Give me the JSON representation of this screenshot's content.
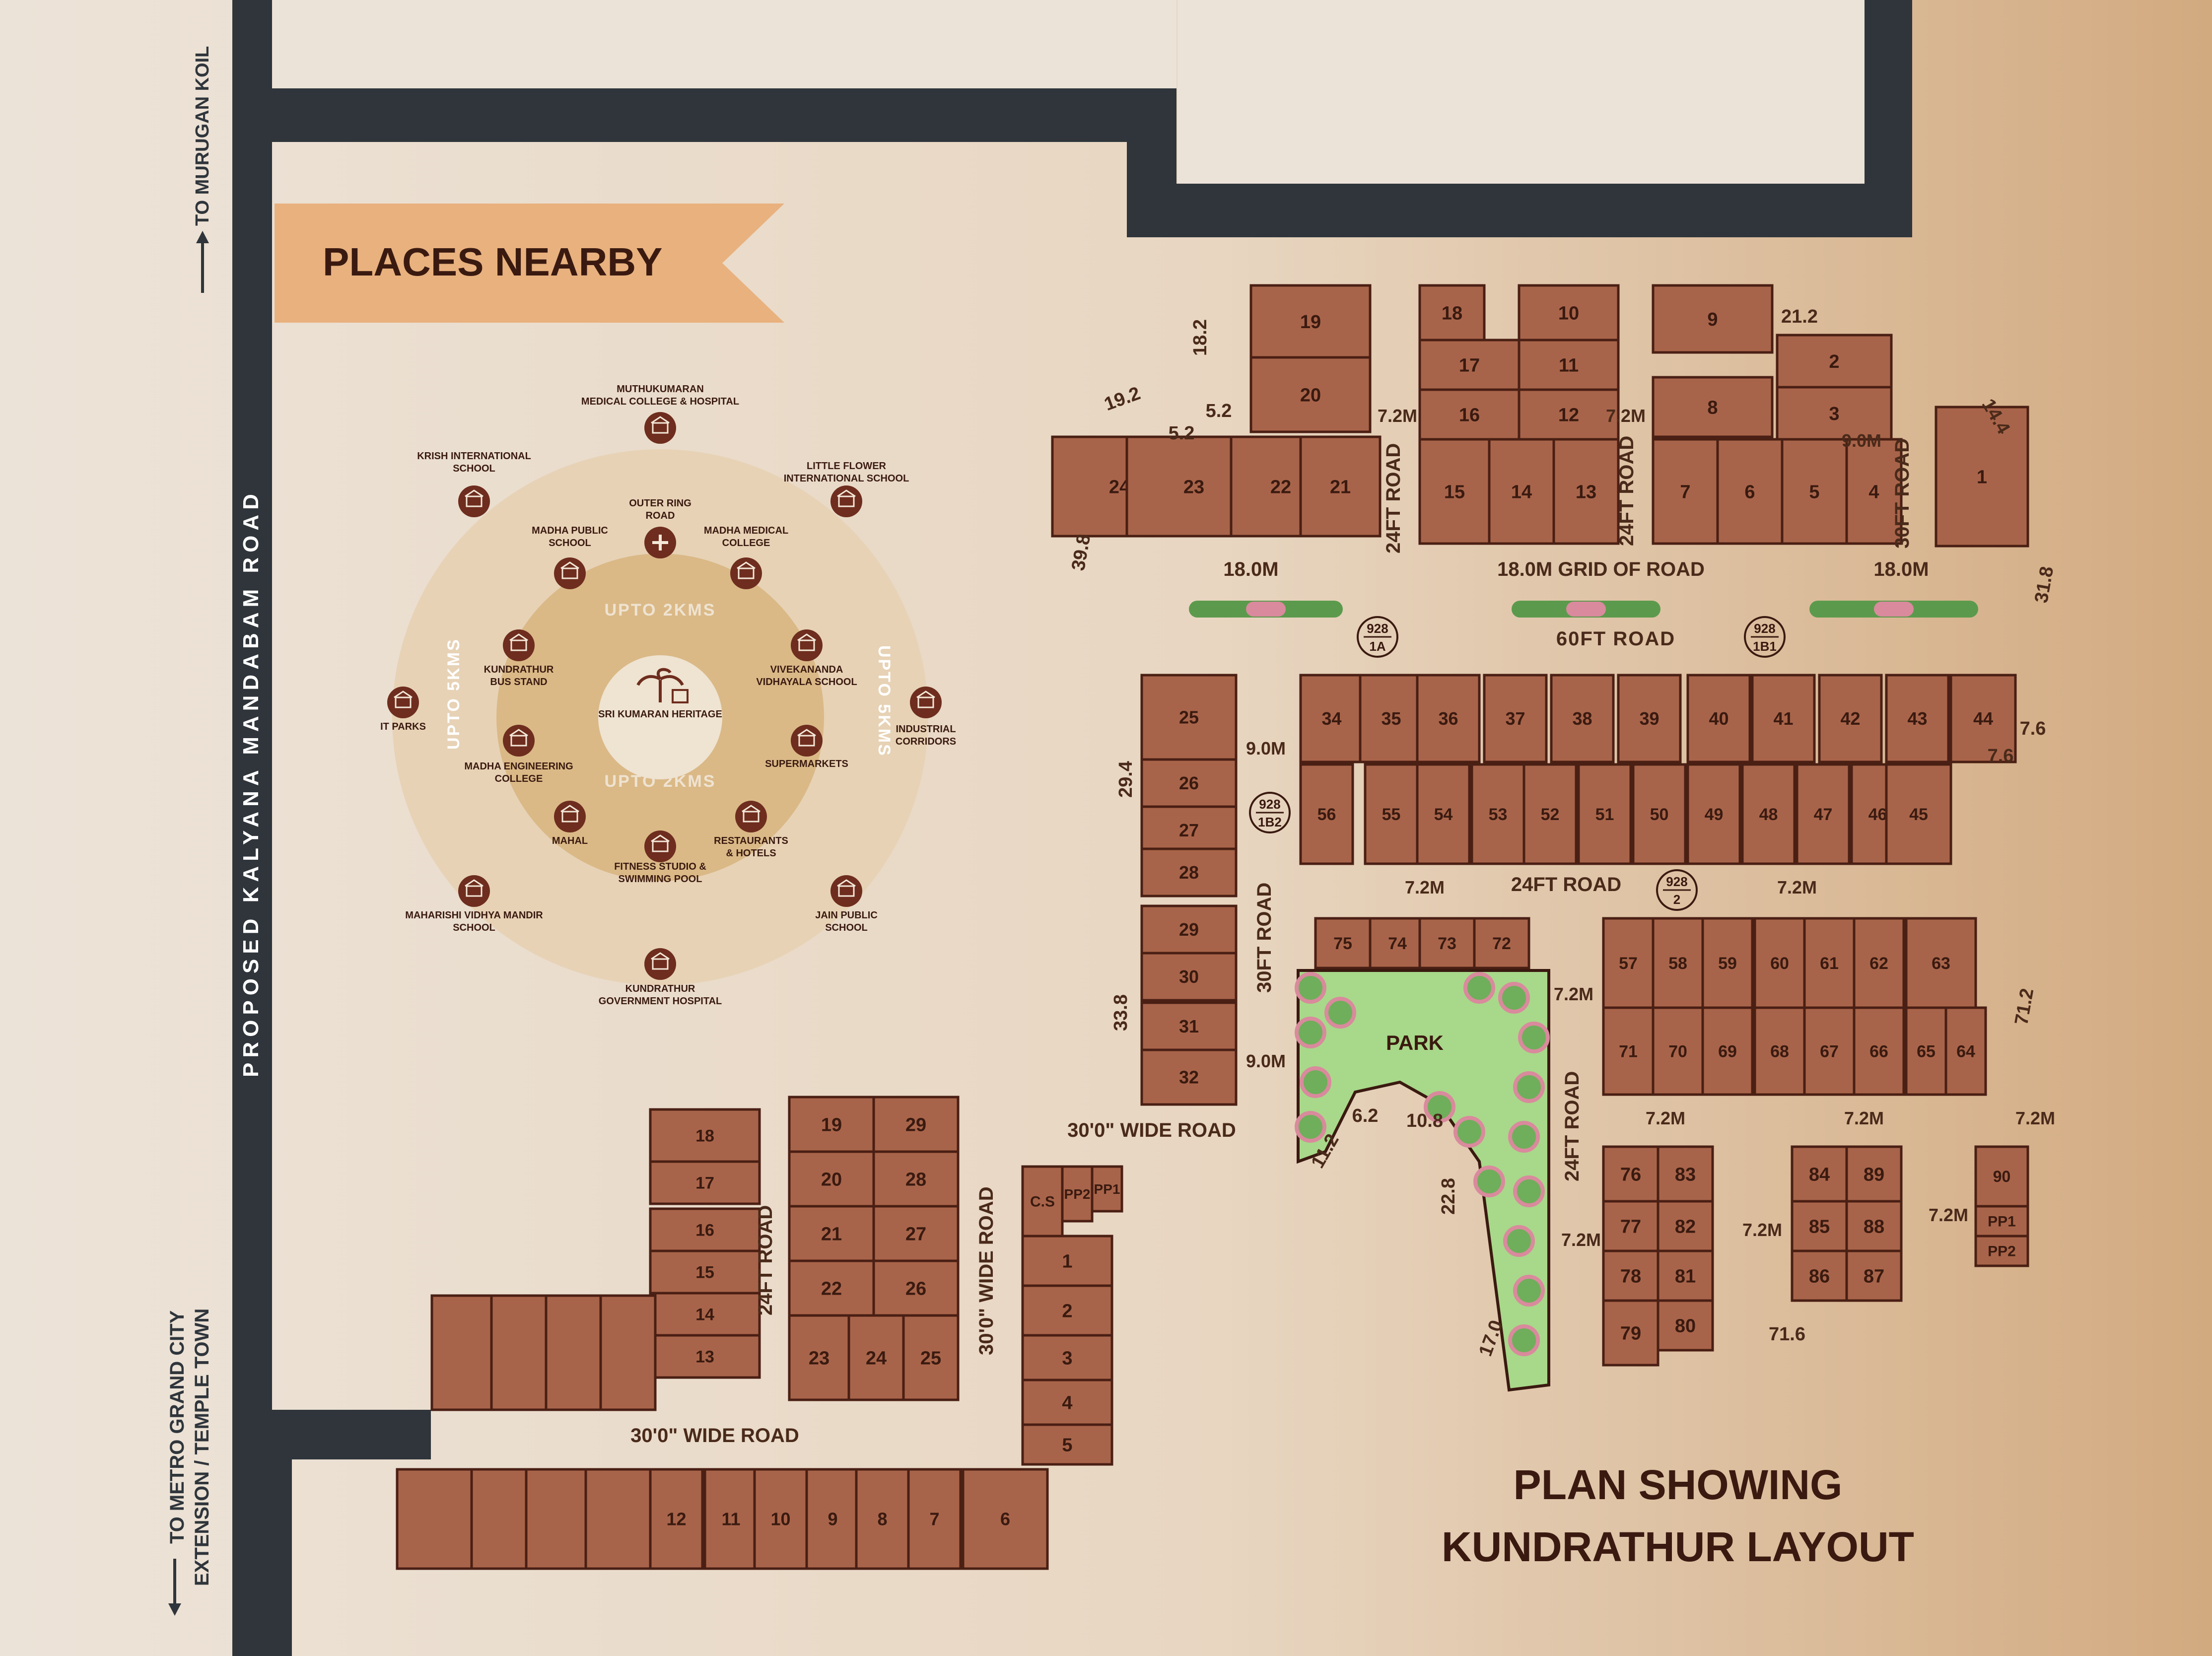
{
  "colors": {
    "bg_left": "#ece2d6",
    "bg_right": "#d3ac84",
    "road_dark": "#2f353b",
    "plot_fill": "#a8644a",
    "plot_stroke": "#4a1f14",
    "text_dark": "#3a1a10",
    "banner": "#e8b17e",
    "ring_outer": "#e8d2b4",
    "ring_inner": "#dcba88",
    "park_green": "#a8d88a",
    "icon_circle": "#6e2d1e"
  },
  "banner": {
    "title": "PLACES NEARBY"
  },
  "plan_title": {
    "line1": "PLAN SHOWING",
    "line2": "KUNDRATHUR LAYOUT"
  },
  "edge_roads": {
    "top": "TO MURUGAN KOIL",
    "left": "PROPOSED KALYANA MANDABAM ROAD",
    "bottom_line1": "TO METRO GRAND CITY",
    "bottom_line2": "EXTENSION / TEMPLE TOWN"
  },
  "rings": {
    "inner_top": "UPTO 2KMS",
    "inner_bottom": "UPTO 2KMS",
    "outer_left": "UPTO 5KMS",
    "outer_right": "UPTO 5KMS",
    "center": "SRI KUMARAN HERITAGE"
  },
  "places": [
    {
      "id": "muthukumaran",
      "icon": "hospital-icon",
      "lines": [
        "MUTHUKUMARAN",
        "MEDICAL COLLEGE & HOSPITAL"
      ]
    },
    {
      "id": "krish",
      "icon": "school-icon",
      "lines": [
        "KRISH INTERNATIONAL",
        "SCHOOL"
      ]
    },
    {
      "id": "little-flower",
      "icon": "school-icon",
      "lines": [
        "LITTLE FLOWER",
        "INTERNATIONAL SCHOOL"
      ]
    },
    {
      "id": "outer-ring",
      "icon": "crossroad-icon",
      "lines": [
        "OUTER RING",
        "ROAD"
      ]
    },
    {
      "id": "madha-public",
      "icon": "school-icon",
      "lines": [
        "MADHA PUBLIC",
        "SCHOOL"
      ]
    },
    {
      "id": "madha-medical",
      "icon": "college-icon",
      "lines": [
        "MADHA MEDICAL",
        "COLLEGE"
      ]
    },
    {
      "id": "bus-stand",
      "icon": "bus-icon",
      "lines": [
        "KUNDRATHUR",
        "BUS STAND"
      ]
    },
    {
      "id": "vivekananda",
      "icon": "school-icon",
      "lines": [
        "VIVEKANANDA",
        "VIDHAYALA SCHOOL"
      ]
    },
    {
      "id": "it-parks",
      "icon": "building-icon",
      "lines": [
        "IT PARKS"
      ]
    },
    {
      "id": "industrial",
      "icon": "factory-icon",
      "lines": [
        "INDUSTRIAL",
        "CORRIDORS"
      ]
    },
    {
      "id": "madha-eng",
      "icon": "college-icon",
      "lines": [
        "MADHA ENGINEERING",
        "COLLEGE"
      ]
    },
    {
      "id": "supermarkets",
      "icon": "cart-icon",
      "lines": [
        "SUPERMARKETS"
      ]
    },
    {
      "id": "mahal",
      "icon": "mahal-icon",
      "lines": [
        "MAHAL"
      ]
    },
    {
      "id": "restaurants",
      "icon": "restaurant-icon",
      "lines": [
        "RESTAURANTS",
        "& HOTELS"
      ]
    },
    {
      "id": "fitness",
      "icon": "fitness-icon",
      "lines": [
        "FITNESS STUDIO &",
        "SWIMMING POOL"
      ]
    },
    {
      "id": "maharishi",
      "icon": "school-icon",
      "lines": [
        "MAHARISHI VIDHYA MANDIR",
        "SCHOOL"
      ]
    },
    {
      "id": "jain",
      "icon": "school-icon",
      "lines": [
        "JAIN PUBLIC",
        "SCHOOL"
      ]
    },
    {
      "id": "govt-hospital",
      "icon": "hospital-icon",
      "lines": [
        "KUNDRATHUR",
        "GOVERNMENT HOSPITAL"
      ]
    }
  ],
  "roads": {
    "grid_of_road": "18.0M GRID OF ROAD",
    "sixty_ft": "60FT ROAD",
    "twentyfour_a": "24FT ROAD",
    "twentyfour_b": "24FT ROAD",
    "twentyfour_mid": "24FT ROAD",
    "twentyfour_park": "24FT ROAD",
    "twentyfour_sw": "24FT ROAD",
    "thirty_ne": "30FT ROAD",
    "thirty_mid": "30FT ROAD",
    "thirty_wide_a": "30'0\" WIDE ROAD",
    "thirty_wide_b": "30'0\" WIDE ROAD",
    "thirty_wide_c": "30'0\" WIDE ROAD",
    "park": "PARK",
    "r18a": "18.0M",
    "r18b": "18.0M",
    "r72a": "7.2M",
    "r72b": "7.2M",
    "r72c": "7.2M",
    "r72d": "7.2M",
    "r72e": "7.2M",
    "r72f": "7.2M",
    "r72g": "7.2M",
    "r72h": "7.2M",
    "r72i": "7.2M",
    "r72j": "7.2M",
    "r72k": "7.2M",
    "r9a": "9.0M",
    "r9b": "9.0M",
    "r9c": "9.0M"
  },
  "survey_marks": [
    {
      "top": "928",
      "bottom": "1A"
    },
    {
      "top": "928",
      "bottom": "1B1"
    },
    {
      "top": "928",
      "bottom": "1B2"
    },
    {
      "top": "928",
      "bottom": "2"
    }
  ],
  "boundary_dims": [
    "19.2",
    "5.2",
    "5.2",
    "18.2",
    "39.8",
    "21.2",
    "14.4",
    "31.8",
    "7.6",
    "7.6",
    "29.4",
    "33.8",
    "71.2",
    "11.2",
    "6.2",
    "10.8",
    "22.8",
    "17.0",
    "71.6"
  ],
  "plots": {
    "a": [
      "24",
      "23",
      "22",
      "21",
      "19",
      "20"
    ],
    "b": [
      "18",
      "10",
      "17",
      "11",
      "16",
      "12",
      "15",
      "14",
      "13"
    ],
    "c": [
      "9",
      "2",
      "8",
      "3",
      "7",
      "6",
      "5",
      "4",
      "1"
    ],
    "d": [
      "34",
      "35",
      "36",
      "37",
      "38",
      "39",
      "40",
      "41",
      "42",
      "43",
      "44"
    ],
    "e": [
      "56",
      "55",
      "54",
      "53",
      "52",
      "51",
      "50",
      "49",
      "48",
      "47",
      "46",
      "45"
    ],
    "f": [
      "25",
      "26",
      "27",
      "28",
      "29",
      "30",
      "31",
      "32"
    ],
    "g": [
      "75",
      "74",
      "73",
      "72"
    ],
    "h": [
      "57",
      "58",
      "59",
      "60",
      "61",
      "62",
      "63"
    ],
    "i": [
      "71",
      "70",
      "69",
      "68",
      "67",
      "66",
      "65",
      "64"
    ],
    "j": [
      "76",
      "83",
      "77",
      "82",
      "78",
      "81",
      "79",
      "80"
    ],
    "k": [
      "84",
      "89",
      "85",
      "88",
      "86",
      "87"
    ],
    "l": [
      "90",
      "PP1",
      "PP2"
    ],
    "sw1": [
      "18",
      "17",
      "16",
      "15",
      "14",
      "13"
    ],
    "sw2": [
      "19",
      "29",
      "20",
      "28",
      "21",
      "27",
      "22",
      "26",
      "23",
      "24",
      "25"
    ],
    "sw3": [
      "C.S",
      "PP2",
      "PP1",
      "1",
      "2",
      "3",
      "4",
      "5"
    ],
    "sw4": [
      "12",
      "11",
      "10",
      "9",
      "8",
      "7",
      "6"
    ]
  }
}
